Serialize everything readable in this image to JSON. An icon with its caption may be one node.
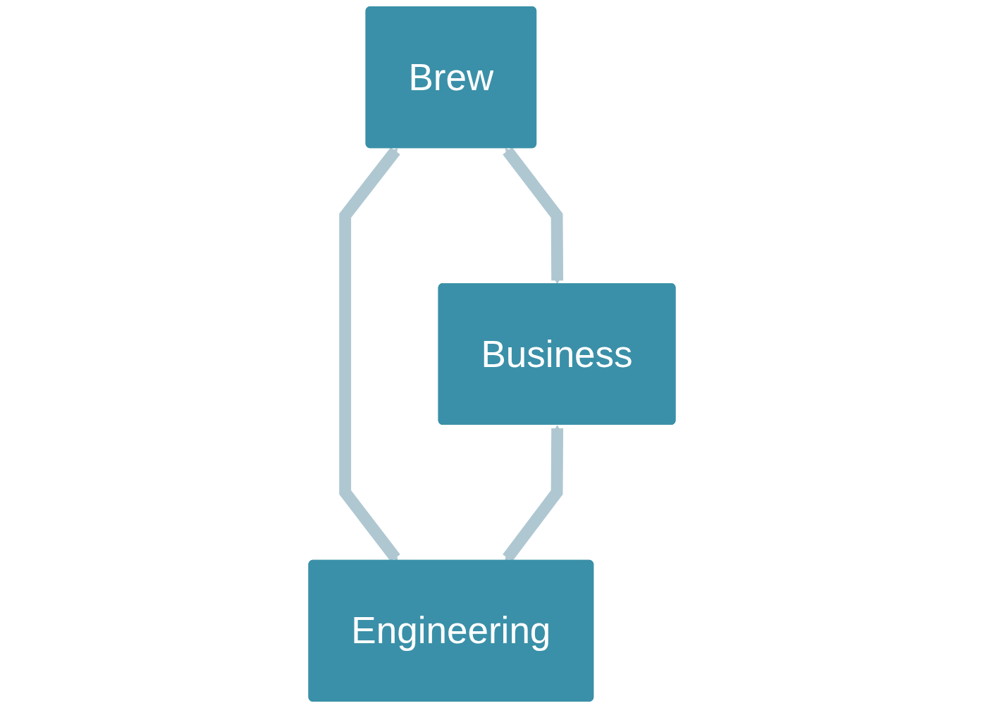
{
  "diagram": {
    "nodes": [
      {
        "text": [
          "Brew"
        ]
      },
      {
        "text": [
          "Business"
        ]
      },
      {
        "text": [
          "Engineering"
        ]
      }
    ],
    "edges": [
      {
        "from": 0,
        "to": 1,
        "arrow": "both"
      },
      {
        "from": 0,
        "to": 2,
        "arrow": "both"
      },
      {
        "from": 1,
        "to": 2,
        "arrow": "both"
      }
    ]
  }
}
